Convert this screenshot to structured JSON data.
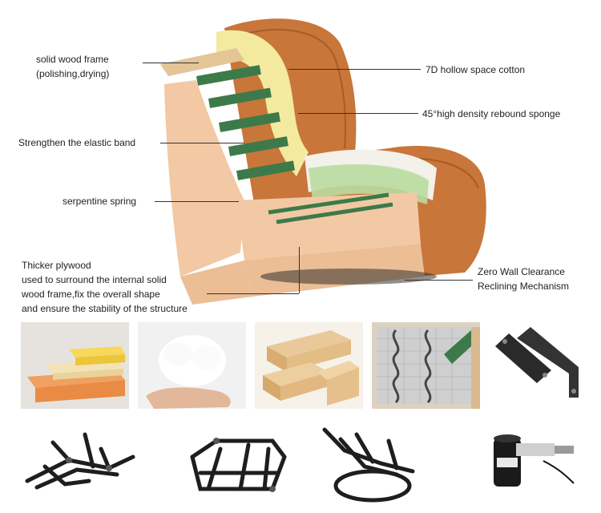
{
  "labels": {
    "solid_wood_frame_1": "solid wood frame",
    "solid_wood_frame_2": "(polishing,drying)",
    "elastic_band": "Strengthen the elastic band",
    "serpentine_spring": "serpentine spring",
    "plywood_1": "Thicker plywood",
    "plywood_2": "used to surround the internal solid",
    "plywood_3": "wood frame,fix the overall shape",
    "plywood_4": "and ensure the stability of the structure",
    "cotton": "7D hollow space cotton",
    "sponge": "45°high density rebound sponge",
    "mechanism_1": "Zero Wall Clearance",
    "mechanism_2": "Reclining Mechanism"
  },
  "colors": {
    "leather": "#c8763a",
    "plywood": "#f2c9a4",
    "wood": "#e3c597",
    "sponge_yellow": "#f3eaa0",
    "band_green": "#3d7a4a",
    "metal": "#2a2a2a"
  },
  "photos": [
    "foam-layers-photo",
    "cotton-photo",
    "wood-planks-photo",
    "spring-photo",
    "brackets-photo",
    "mechanism-photo-1",
    "mechanism-photo-2",
    "mechanism-photo-3",
    "motor-photo"
  ]
}
